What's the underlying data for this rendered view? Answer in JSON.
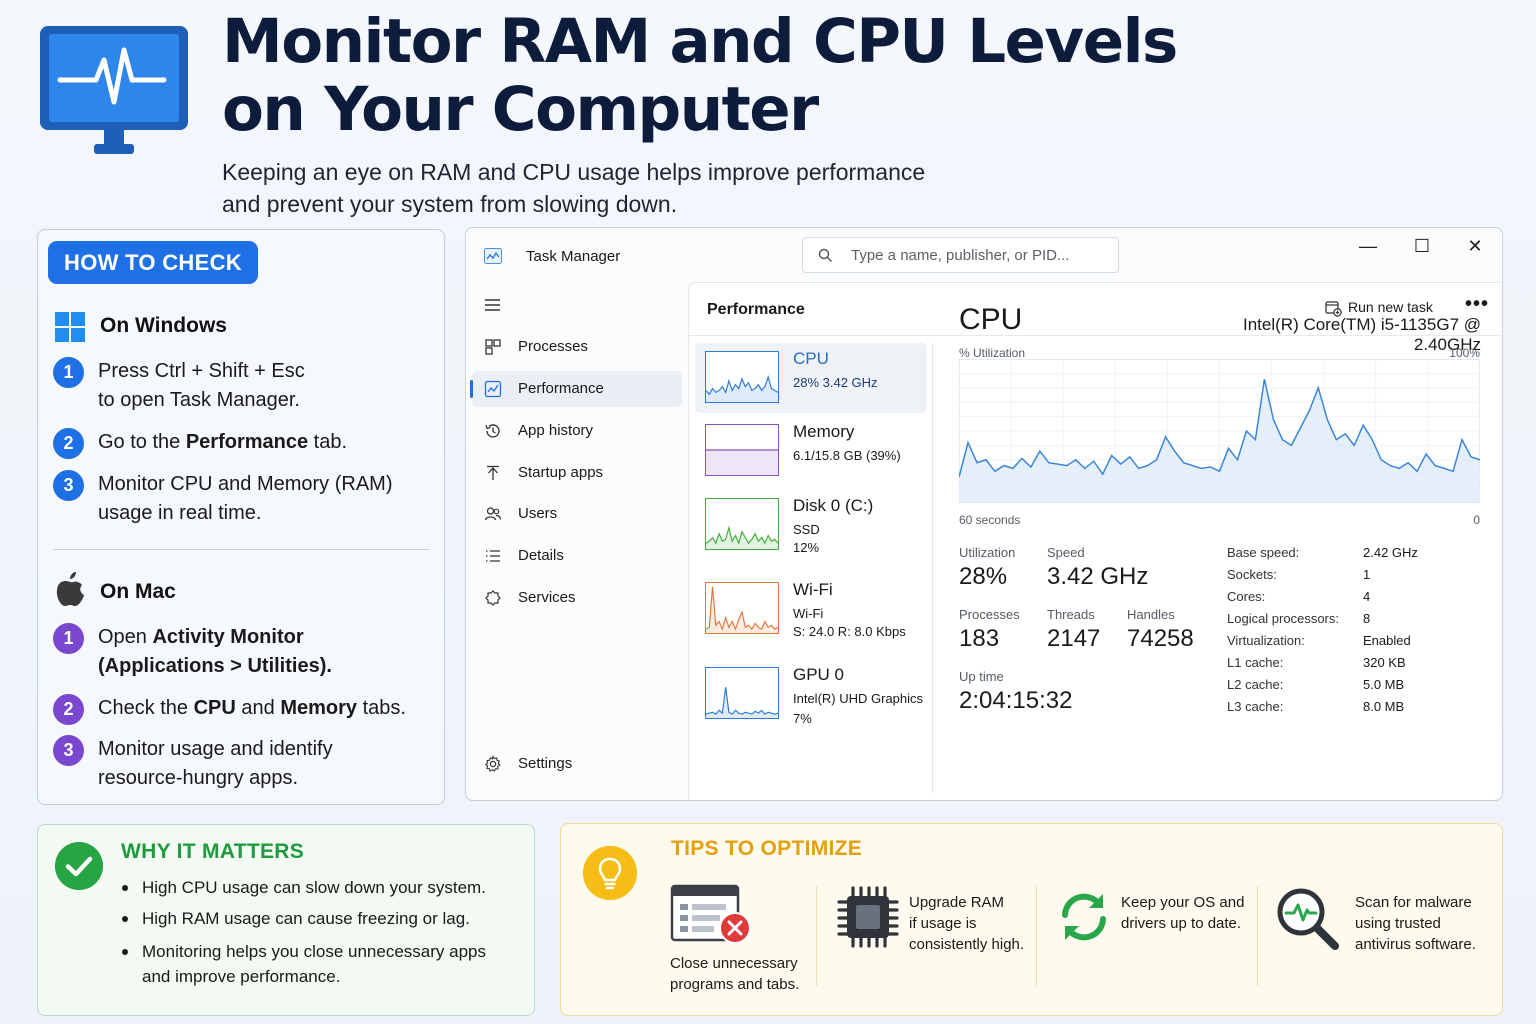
{
  "header": {
    "title_line1": "Monitor RAM and CPU Levels",
    "title_line2": "on Your Computer",
    "subtitle_line1": "Keeping an eye on RAM and CPU usage helps improve performance",
    "subtitle_line2": "and prevent your system from slowing down."
  },
  "how_to_check": {
    "badge": "HOW TO CHECK",
    "windows": {
      "heading": "On Windows",
      "steps": [
        {
          "num": "1",
          "pre": "Press Ctrl + Shift + Esc",
          "bold": "",
          "post": "",
          "line2": "to open Task Manager."
        },
        {
          "num": "2",
          "pre": "Go to the ",
          "bold": "Performance",
          "post": " tab.",
          "line2": ""
        },
        {
          "num": "3",
          "pre": "Monitor CPU and Memory (RAM)",
          "bold": "",
          "post": "",
          "line2": "usage in real time."
        }
      ]
    },
    "mac": {
      "heading": "On Mac",
      "steps": [
        {
          "num": "1",
          "pre": "Open ",
          "bold": "Activity Monitor",
          "post": "",
          "line2": "(Applications > Utilities)."
        },
        {
          "num": "2",
          "pre": "Check the ",
          "bold": "CPU",
          "mid": " and ",
          "bold2": "Memory",
          "post": " tabs.",
          "line2": ""
        },
        {
          "num": "3",
          "pre": "Monitor usage and identify",
          "bold": "",
          "post": "",
          "line2": "resource-hungry apps."
        }
      ]
    }
  },
  "task_manager": {
    "title": "Task Manager",
    "search_placeholder": "Type a name, publisher, or PID...",
    "window_buttons": {
      "minimize": "—",
      "maximize": "☐",
      "close": "✕"
    },
    "nav": [
      {
        "label": "Processes",
        "icon": "processes-icon"
      },
      {
        "label": "Performance",
        "icon": "performance-icon",
        "active": true
      },
      {
        "label": "App history",
        "icon": "history-icon"
      },
      {
        "label": "Startup apps",
        "icon": "startup-icon"
      },
      {
        "label": "Users",
        "icon": "users-icon"
      },
      {
        "label": "Details",
        "icon": "details-icon"
      },
      {
        "label": "Services",
        "icon": "services-icon"
      }
    ],
    "settings_label": "Settings",
    "performance_heading": "Performance",
    "run_new_task": "Run new task",
    "more": "•••",
    "resources": [
      {
        "name": "CPU",
        "sub1": "28%  3.42 GHz",
        "sub2": "",
        "color": "#2b7bd6"
      },
      {
        "name": "Memory",
        "sub1": "6.1/15.8 GB (39%)",
        "sub2": "",
        "color": "#8b4fc7"
      },
      {
        "name": "Disk 0 (C:)",
        "sub1": "SSD",
        "sub2": "12%",
        "color": "#3fae3a"
      },
      {
        "name": "Wi-Fi",
        "sub1": "Wi-Fi",
        "sub2": "S: 24.0  R: 8.0 Kbps",
        "color": "#e0773a"
      },
      {
        "name": "GPU 0",
        "sub1": "Intel(R) UHD Graphics",
        "sub2": "7%",
        "color": "#2b7bd6"
      }
    ],
    "detail": {
      "title": "CPU",
      "model": "Intel(R) Core(TM) i5-1135G7 @ 2.40GHz",
      "util_label": "% Utilization",
      "util_max": "100%",
      "time_label": "60 seconds",
      "time_min": "0",
      "stats": {
        "utilization_label": "Utilization",
        "utilization": "28%",
        "speed_label": "Speed",
        "speed": "3.42 GHz",
        "processes_label": "Processes",
        "processes": "183",
        "threads_label": "Threads",
        "threads": "2147",
        "handles_label": "Handles",
        "handles": "74258",
        "uptime_label": "Up time",
        "uptime": "2:04:15:32"
      },
      "specs": [
        {
          "k": "Base speed:",
          "v": "2.42 GHz"
        },
        {
          "k": "Sockets:",
          "v": "1"
        },
        {
          "k": "Cores:",
          "v": "4"
        },
        {
          "k": "Logical processors:",
          "v": "8"
        },
        {
          "k": "Virtualization:",
          "v": "Enabled"
        },
        {
          "k": "L1 cache:",
          "v": "320 KB"
        },
        {
          "k": "L2 cache:",
          "v": "5.0 MB"
        },
        {
          "k": "L3 cache:",
          "v": "8.0 MB"
        }
      ],
      "cpu_history": [
        18,
        42,
        28,
        30,
        22,
        26,
        24,
        31,
        25,
        36,
        28,
        27,
        26,
        30,
        24,
        29,
        20,
        33,
        27,
        32,
        24,
        26,
        30,
        46,
        36,
        28,
        26,
        24,
        25,
        22,
        38,
        30,
        50,
        44,
        86,
        58,
        44,
        40,
        52,
        64,
        80,
        58,
        44,
        48,
        40,
        54,
        44,
        30,
        26,
        24,
        28,
        22,
        34,
        26,
        24,
        22,
        44,
        32,
        30
      ]
    }
  },
  "why_it_matters": {
    "title": "WHY IT MATTERS",
    "items": [
      {
        "l1": "High CPU usage can slow down your system.",
        "l2": ""
      },
      {
        "l1": "High RAM usage can cause freezing or lag.",
        "l2": ""
      },
      {
        "l1": "Monitoring helps you close unnecessary apps",
        "l2": "and improve performance."
      }
    ]
  },
  "tips": {
    "title": "TIPS TO OPTIMIZE",
    "items": [
      {
        "l1": "Close unnecessary",
        "l2": "programs and tabs.",
        "l3": "",
        "icon": "close-window-icon"
      },
      {
        "l1": "Upgrade RAM",
        "l2": "if usage is",
        "l3": "consistently high.",
        "icon": "chip-icon"
      },
      {
        "l1": "Keep your OS and",
        "l2": "drivers up to date.",
        "l3": "",
        "icon": "refresh-icon"
      },
      {
        "l1": "Scan for malware",
        "l2": "using trusted",
        "l3": "antivirus software.",
        "icon": "magnifier-pulse-icon"
      }
    ]
  }
}
